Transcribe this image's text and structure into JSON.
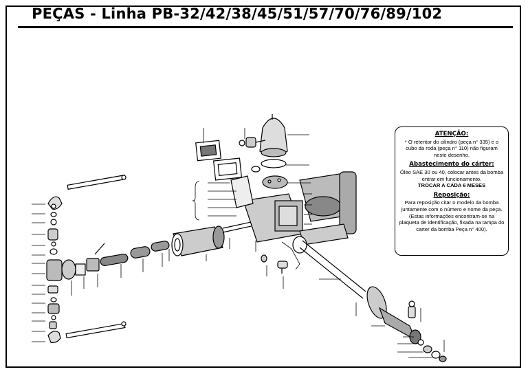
{
  "title": "PEÇAS - Linha PB-32/42/38/45/51/57/70/76/89/102",
  "notice": {
    "attention_heading": "ATENÇÃO:",
    "attention_text": "* O retentor do cilindro (peça n° 335) e o cubo da roda (peça n° 110) não figuram neste desenho.",
    "oil_heading": "Abastecimento do cárter:",
    "oil_text": "Óleo SAE 30 ou 40, colocar antes da bomba entrar em funcionamento.",
    "oil_emphasis": "TROCAR A CADA 6 MESES",
    "replacement_heading": "Reposição:",
    "replacement_text": "Para reposição citar o modelo da bomba juntamente com o número e nome da peça. (Estas informações encontram-se na plaqueta de identificação, fixada na tampa do carter da bomba Peça n° 400)."
  }
}
